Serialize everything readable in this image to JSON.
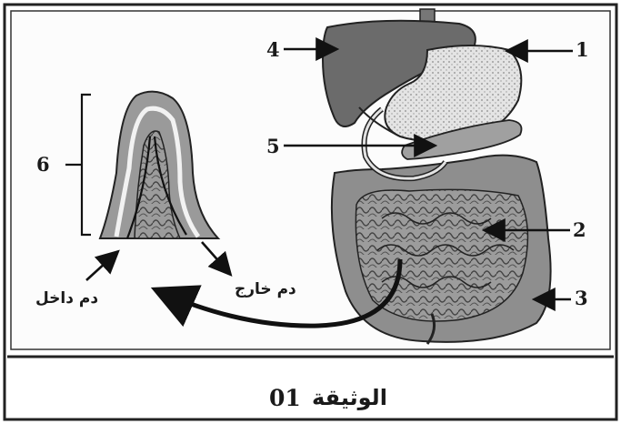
{
  "figure": {
    "labels": {
      "n1": "1",
      "n2": "2",
      "n3": "3",
      "n4": "4",
      "n5": "5",
      "n6": "6"
    },
    "blood_in": "دم داخل",
    "blood_out": "دم خارج"
  },
  "caption": {
    "word": "الوثيقة",
    "number": "01"
  }
}
